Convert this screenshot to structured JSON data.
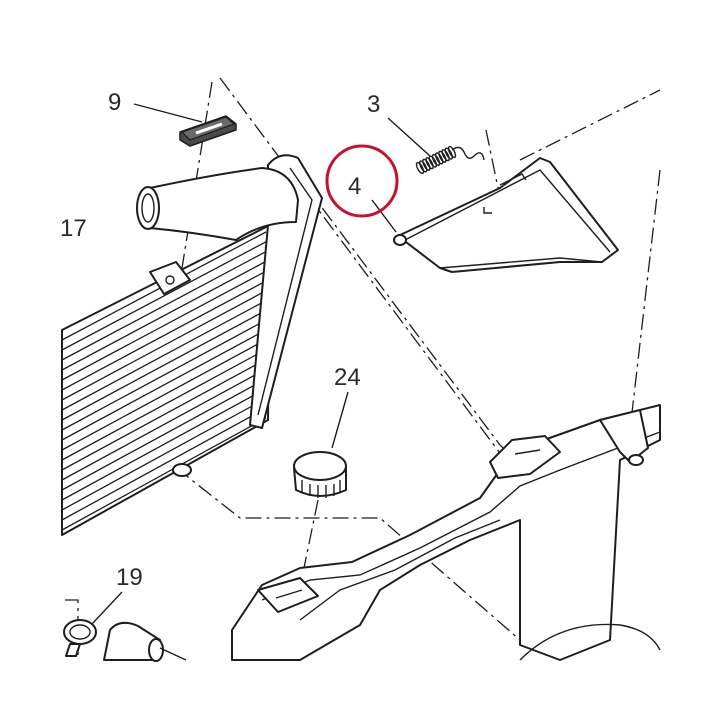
{
  "callouts": [
    {
      "id": "9",
      "label": "9"
    },
    {
      "id": "3",
      "label": "3"
    },
    {
      "id": "4",
      "label": "4"
    },
    {
      "id": "17",
      "label": "17"
    },
    {
      "id": "24",
      "label": "24"
    },
    {
      "id": "19",
      "label": "19"
    }
  ],
  "highlight": {
    "callout": "4",
    "color": "#c8102e"
  },
  "colors": {
    "line": "#1e1e1e",
    "background": "#ffffff",
    "pad": "#4a4a4a"
  }
}
